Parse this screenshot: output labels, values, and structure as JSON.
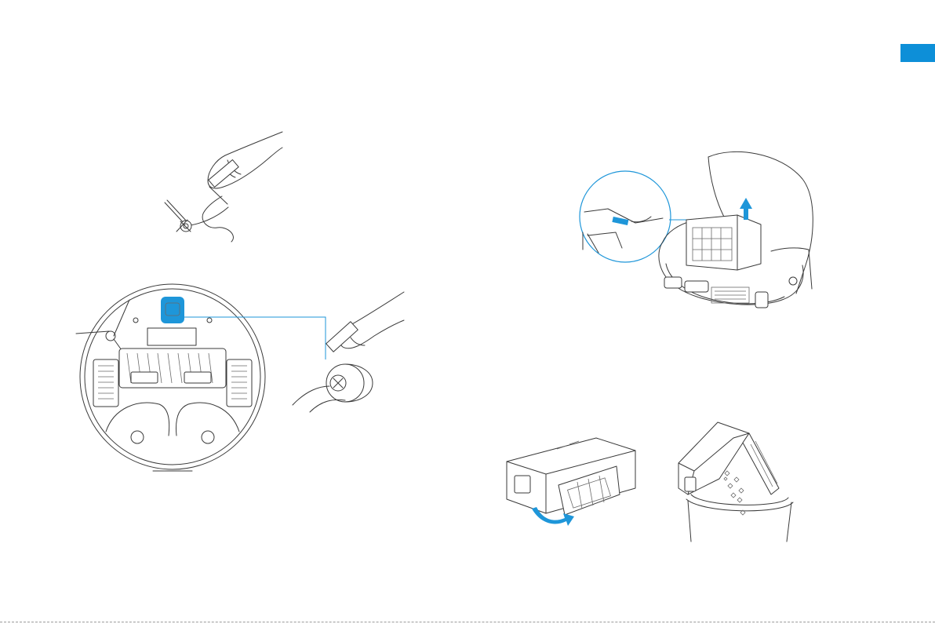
{
  "page": {
    "background": "#ffffff"
  },
  "section_tab": {
    "color": "#0d8fd8"
  },
  "colors": {
    "line_art": "#3a3a3a",
    "highlight": "#1e96d9"
  },
  "illustrations": [
    {
      "id": "side-brush-removal",
      "icon": "hand-holding-tool-over-side-brush"
    },
    {
      "id": "robot-underside-omni-wheel",
      "icon": "robot-bottom-view-with-highlighted-wheel"
    },
    {
      "id": "dustbin-lift-out",
      "icon": "robot-open-lid-lifting-dustbin"
    },
    {
      "id": "filter-opening",
      "icon": "dustbin-with-filter-flap-opening"
    },
    {
      "id": "dustbin-emptying",
      "icon": "dustbin-emptied-into-trash-can"
    }
  ]
}
